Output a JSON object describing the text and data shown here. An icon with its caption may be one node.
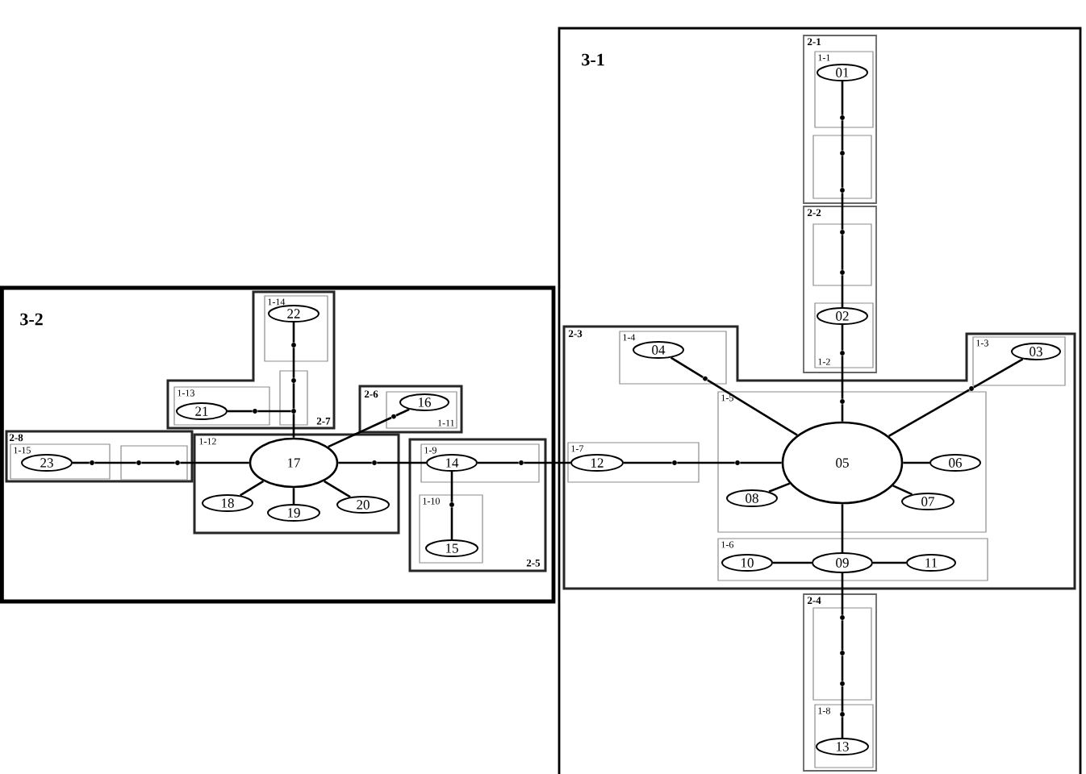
{
  "diagram": {
    "nodes": [
      {
        "text": [
          "3-1"
        ]
      },
      {
        "text": [
          "2-1"
        ],
        "in": 0
      },
      {
        "text": [
          "1-1"
        ],
        "in": 1
      },
      {
        "text": [
          "01"
        ],
        "in": 2
      },
      {
        "text": [],
        "shape": "box",
        "in": 1
      },
      {
        "text": [
          "2-2"
        ],
        "in": 0
      },
      {
        "text": [],
        "shape": "box",
        "in": 5
      },
      {
        "text": [
          "1-2"
        ],
        "in": 5
      },
      {
        "text": [
          "02"
        ],
        "in": 7
      },
      {
        "text": [
          "2-3"
        ],
        "in": 0
      },
      {
        "text": [
          "1-4"
        ],
        "in": 9
      },
      {
        "text": [
          "04"
        ],
        "in": 10
      },
      {
        "text": [
          "1-3"
        ],
        "in": 9
      },
      {
        "text": [
          "03"
        ],
        "in": 12
      },
      {
        "text": [
          "1-7"
        ],
        "in": 9
      },
      {
        "text": [
          "12"
        ],
        "in": 14
      },
      {
        "text": [
          "1-5"
        ],
        "in": 9
      },
      {
        "text": [
          "05"
        ],
        "in": 16
      },
      {
        "text": [
          "06"
        ],
        "in": 16
      },
      {
        "text": [
          "08"
        ],
        "in": 16
      },
      {
        "text": [
          "07"
        ],
        "in": 16
      },
      {
        "text": [
          "1-6"
        ],
        "in": 9
      },
      {
        "text": [
          "10"
        ],
        "in": 21
      },
      {
        "text": [
          "09"
        ],
        "in": 21
      },
      {
        "text": [
          "11"
        ],
        "in": 21
      },
      {
        "text": [
          "2-4"
        ],
        "in": 0
      },
      {
        "text": [],
        "shape": "box",
        "in": 25
      },
      {
        "text": [
          "1-8"
        ],
        "in": 25
      },
      {
        "text": [
          "13"
        ],
        "in": 27
      },
      {
        "text": [
          "3-2"
        ]
      },
      {
        "text": [
          "2-7"
        ],
        "in": 29
      },
      {
        "text": [
          "1-14"
        ],
        "in": 30
      },
      {
        "text": [
          "22"
        ],
        "in": 31
      },
      {
        "text": [],
        "shape": "box",
        "in": 30
      },
      {
        "text": [
          "1-13"
        ],
        "in": 30
      },
      {
        "text": [
          "21"
        ],
        "in": 34
      },
      {
        "text": [
          "2-6"
        ],
        "in": 29
      },
      {
        "text": [
          "1-11"
        ],
        "in": 36
      },
      {
        "text": [
          "16"
        ],
        "in": 37
      },
      {
        "text": [
          "2-8"
        ],
        "in": 29
      },
      {
        "text": [
          "1-15"
        ],
        "in": 39
      },
      {
        "text": [
          "23"
        ],
        "in": 40
      },
      {
        "text": [],
        "shape": "box",
        "in": 39
      },
      {
        "text": [
          "1-12"
        ],
        "in": 29
      },
      {
        "text": [
          "17"
        ],
        "in": 43
      },
      {
        "text": [
          "18"
        ],
        "in": 43
      },
      {
        "text": [
          "19"
        ],
        "in": 43
      },
      {
        "text": [
          "20"
        ],
        "in": 43
      },
      {
        "text": [
          "2-5"
        ],
        "in": 29
      },
      {
        "text": [
          "1-9"
        ],
        "in": 48
      },
      {
        "text": [
          "14"
        ],
        "in": 49
      },
      {
        "text": [
          "1-10"
        ],
        "in": 48
      },
      {
        "text": [
          "15"
        ],
        "in": 51
      },
      {
        "text": [],
        "shape": "circle",
        "in": 2
      },
      {
        "text": [],
        "shape": "circle",
        "in": 4
      },
      {
        "text": [],
        "shape": "circle",
        "in": 4
      },
      {
        "text": [],
        "shape": "circle",
        "in": 6
      },
      {
        "text": [],
        "shape": "circle",
        "in": 6
      },
      {
        "text": [],
        "shape": "circle",
        "in": 7
      },
      {
        "text": [],
        "shape": "circle",
        "in": 16
      },
      {
        "text": [],
        "shape": "circle",
        "in": 10
      },
      {
        "text": [],
        "shape": "circle",
        "in": 9
      },
      {
        "text": [],
        "shape": "circle",
        "in": 16
      },
      {
        "text": [],
        "shape": "circle",
        "in": 14
      },
      {
        "text": [],
        "shape": "circle",
        "in": 26
      },
      {
        "text": [],
        "shape": "circle",
        "in": 26
      },
      {
        "text": [],
        "shape": "circle",
        "in": 26
      },
      {
        "text": [],
        "shape": "circle",
        "in": 27
      },
      {
        "text": [],
        "shape": "circle",
        "in": 49
      },
      {
        "text": [],
        "shape": "circle",
        "in": 51
      },
      {
        "text": [],
        "shape": "circle",
        "in": 43
      },
      {
        "text": [],
        "shape": "circle",
        "in": 37
      },
      {
        "text": [],
        "shape": "circle",
        "in": 31
      },
      {
        "text": [],
        "shape": "circle",
        "in": 33
      },
      {
        "text": [],
        "shape": "circle",
        "in": 33
      },
      {
        "text": [],
        "shape": "circle",
        "in": 34
      },
      {
        "text": [],
        "shape": "circle",
        "in": 40
      },
      {
        "text": [],
        "shape": "circle",
        "in": 42
      },
      {
        "text": [],
        "shape": "circle",
        "in": 42
      }
    ],
    "edges": [
      {
        "from": 3,
        "to": 53,
        "arrow": "none"
      },
      {
        "from": 53,
        "to": 54,
        "arrow": "none"
      },
      {
        "from": 54,
        "to": 55,
        "arrow": "none"
      },
      {
        "from": 55,
        "to": 56,
        "arrow": "none"
      },
      {
        "from": 56,
        "to": 57,
        "arrow": "none"
      },
      {
        "from": 57,
        "to": 8,
        "arrow": "none"
      },
      {
        "from": 8,
        "to": 58,
        "arrow": "none"
      },
      {
        "from": 58,
        "to": 59,
        "arrow": "none"
      },
      {
        "from": 59,
        "to": 17,
        "arrow": "none"
      },
      {
        "from": 17,
        "to": 60,
        "arrow": "none"
      },
      {
        "from": 60,
        "to": 11,
        "arrow": "none"
      },
      {
        "from": 17,
        "to": 61,
        "arrow": "none"
      },
      {
        "from": 61,
        "to": 13,
        "arrow": "none"
      },
      {
        "from": 17,
        "to": 18,
        "arrow": "none"
      },
      {
        "from": 17,
        "to": 20,
        "arrow": "none"
      },
      {
        "from": 17,
        "to": 19,
        "arrow": "none"
      },
      {
        "from": 17,
        "to": 23,
        "arrow": "none"
      },
      {
        "from": 23,
        "to": 22,
        "arrow": "none"
      },
      {
        "from": 23,
        "to": 24,
        "arrow": "none"
      },
      {
        "from": 23,
        "to": 64,
        "arrow": "none"
      },
      {
        "from": 64,
        "to": 65,
        "arrow": "none"
      },
      {
        "from": 65,
        "to": 66,
        "arrow": "none"
      },
      {
        "from": 66,
        "to": 67,
        "arrow": "none"
      },
      {
        "from": 67,
        "to": 28,
        "arrow": "none"
      },
      {
        "from": 17,
        "to": 62,
        "arrow": "none"
      },
      {
        "from": 62,
        "to": 63,
        "arrow": "none"
      },
      {
        "from": 63,
        "to": 15,
        "arrow": "none"
      },
      {
        "from": 15,
        "to": 68,
        "arrow": "none"
      },
      {
        "from": 68,
        "to": 50,
        "arrow": "none"
      },
      {
        "from": 50,
        "to": 69,
        "arrow": "none"
      },
      {
        "from": 69,
        "to": 52,
        "arrow": "none"
      },
      {
        "from": 50,
        "to": 70,
        "arrow": "none"
      },
      {
        "from": 70,
        "to": 44,
        "arrow": "none"
      },
      {
        "from": 44,
        "to": 71,
        "arrow": "none"
      },
      {
        "from": 71,
        "to": 38,
        "arrow": "none"
      },
      {
        "from": 44,
        "to": 45,
        "arrow": "none"
      },
      {
        "from": 44,
        "to": 46,
        "arrow": "none"
      },
      {
        "from": 44,
        "to": 47,
        "arrow": "none"
      },
      {
        "from": 32,
        "to": 72,
        "arrow": "none"
      },
      {
        "from": 72,
        "to": 73,
        "arrow": "none"
      },
      {
        "from": 73,
        "to": 74,
        "arrow": "none"
      },
      {
        "from": 74,
        "to": 44,
        "arrow": "none"
      },
      {
        "from": 35,
        "to": 75,
        "arrow": "none"
      },
      {
        "from": 75,
        "to": 74,
        "arrow": "none"
      },
      {
        "from": 41,
        "to": 76,
        "arrow": "none"
      },
      {
        "from": 76,
        "to": 77,
        "arrow": "none"
      },
      {
        "from": 77,
        "to": 78,
        "arrow": "none"
      },
      {
        "from": 78,
        "to": 44,
        "arrow": "none"
      }
    ]
  }
}
